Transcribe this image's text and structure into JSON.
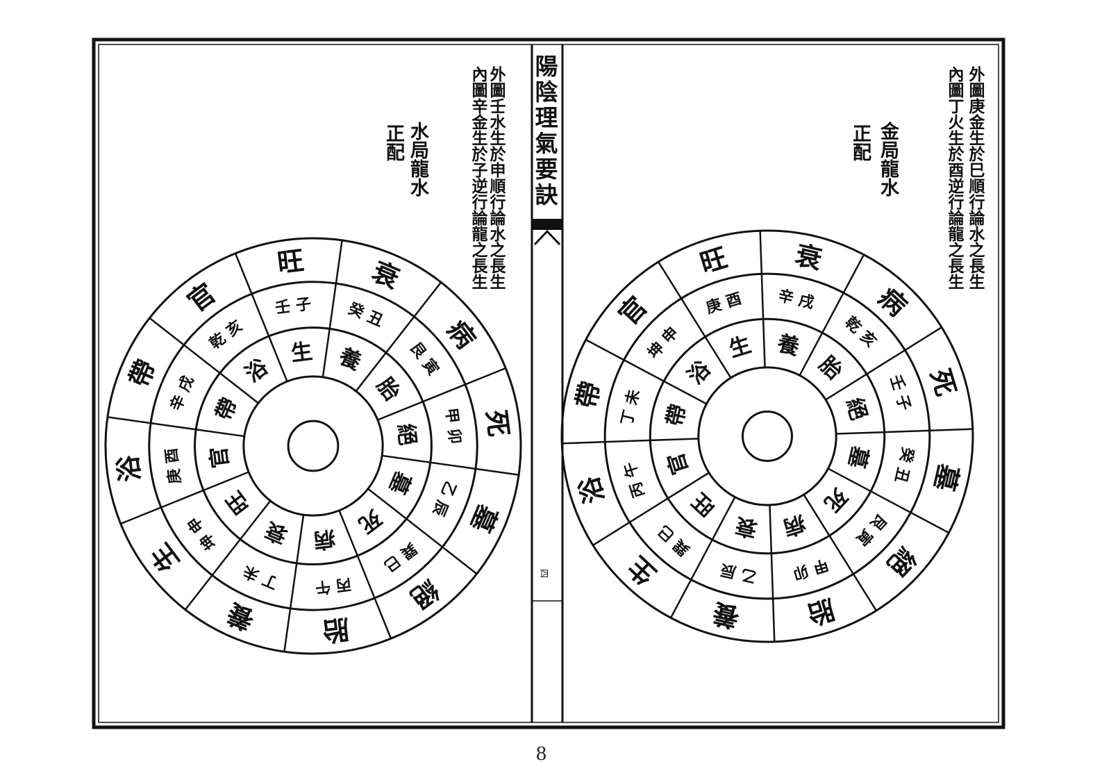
{
  "page": {
    "running_title": "陽陰理氣要訣",
    "fold_mark": "四",
    "page_number": "8"
  },
  "left_panel": {
    "note_lines": [
      "外圖壬水生於申順行論水之長生",
      "內圖辛金生於子逆行論龍之長生"
    ],
    "heading": "水局龍水",
    "subheading": "正配",
    "diagram": {
      "outer_ring": [
        "旺",
        "衰",
        "病",
        "死",
        "墓",
        "絕",
        "胎",
        "養",
        "生",
        "浴",
        "帶",
        "官"
      ],
      "middle_ring": [
        "壬子",
        "癸丑",
        "艮寅",
        "甲卯",
        "乙辰",
        "巽巳",
        "丙午",
        "丁未",
        "坤申",
        "庚酉",
        "辛戌",
        "乾亥"
      ],
      "inner_ring": [
        "生",
        "養",
        "胎",
        "絕",
        "墓",
        "死",
        "病",
        "衰",
        "旺",
        "官",
        "帶",
        "浴"
      ]
    }
  },
  "right_panel": {
    "note_lines": [
      "外圖庚金生於巳順行論水之長生",
      "內圖丁火生於酉逆行論龍之長生"
    ],
    "heading": "金局龍水",
    "subheading": "正配",
    "diagram": {
      "outer_ring": [
        "旺",
        "衰",
        "病",
        "死",
        "墓",
        "絕",
        "胎",
        "養",
        "生",
        "浴",
        "帶",
        "官"
      ],
      "middle_ring": [
        "庚酉",
        "辛戌",
        "乾亥",
        "壬子",
        "癸丑",
        "艮寅",
        "甲卯",
        "乙辰",
        "巽巳",
        "丙午",
        "丁未",
        "坤申"
      ],
      "inner_ring": [
        "生",
        "養",
        "胎",
        "絕",
        "墓",
        "死",
        "病",
        "衰",
        "旺",
        "官",
        "帶",
        "浴"
      ]
    }
  },
  "colors": {
    "ink": "#111111",
    "paper": "#ffffff",
    "page_number": "#1a2440"
  }
}
